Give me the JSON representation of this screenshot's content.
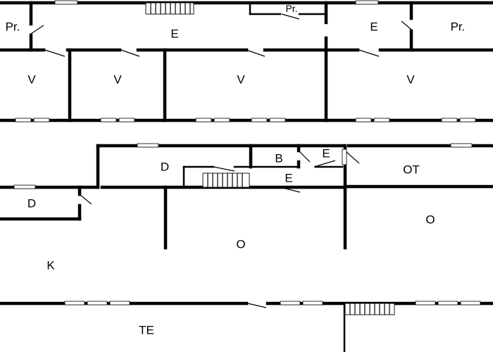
{
  "rooms": {
    "upper_pr_left": "Pr.",
    "upper_e_center": "E",
    "upper_pr_middle": "Pr.",
    "upper_e_right": "E",
    "upper_pr_right": "Pr.",
    "upper_v_1": "V",
    "upper_v_2": "V",
    "upper_v_3": "V",
    "upper_v_4": "V",
    "lower_d_top": "D",
    "lower_b": "B",
    "lower_e_small": "E",
    "lower_ot": "OT",
    "lower_e_hall": "E",
    "lower_d_left": "D",
    "lower_o_center": "O",
    "lower_o_right": "O",
    "lower_k": "K",
    "lower_te": "TE"
  }
}
